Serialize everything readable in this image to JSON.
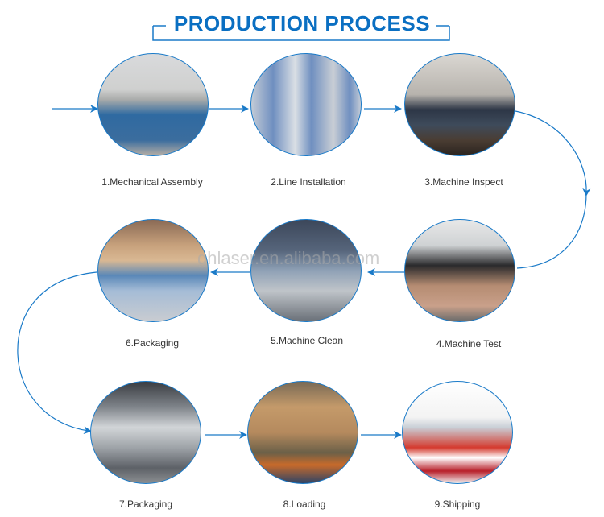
{
  "title": "PRODUCTION PROCESS",
  "watermark": "ghlaser.en.alibaba.com",
  "accent_color": "#0a6fc2",
  "steps": [
    {
      "label": "1.Mechanical Assembly",
      "photo": "laser-machine-frame"
    },
    {
      "label": "2.Line Installation",
      "photo": "electrical-cabinet"
    },
    {
      "label": "3.Machine Inspect",
      "photo": "oscilloscope-laptop"
    },
    {
      "label": "4.Machine Test",
      "photo": "hand-on-laser-head"
    },
    {
      "label": "5.Machine Clean",
      "photo": "machine-interior"
    },
    {
      "label": "6.Packaging",
      "photo": "wooden-crate"
    },
    {
      "label": "7.Packaging",
      "photo": "plastic-wrapped-machine"
    },
    {
      "label": "8.Loading",
      "photo": "container-loading"
    },
    {
      "label": "9.Shipping",
      "photo": "airplane-truck-container"
    }
  ]
}
